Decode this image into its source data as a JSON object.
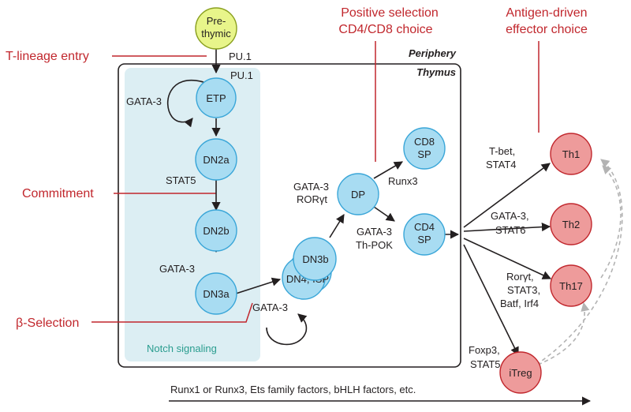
{
  "annotations": {
    "positive_selection": "Positive selection",
    "cd4_cd8_choice": "CD4/CD8 choice",
    "antigen_driven": "Antigen-driven",
    "effector_choice": "effector choice",
    "t_lineage_entry": "T-lineage entry",
    "commitment": "Commitment",
    "beta_selection": "β-Selection"
  },
  "regions": {
    "periphery": "Periphery",
    "thymus": "Thymus",
    "notch": "Notch signaling"
  },
  "nodes": {
    "prethymic_1": "Pre-",
    "prethymic_2": "thymic",
    "etp": "ETP",
    "dn2a": "DN2a",
    "dn2b": "DN2b",
    "dn3a": "DN3a",
    "dn3b": "DN3b",
    "dn4_isp": "DN4, ISP",
    "dp": "DP",
    "cd8": "CD8",
    "cd8_sp": "SP",
    "cd4": "CD4",
    "cd4_sp": "SP",
    "th1": "Th1",
    "th2": "Th2",
    "th17": "Th17",
    "itreg": "iTreg"
  },
  "factors": {
    "pu1_top": "PU.1",
    "pu1_inner": "PU.1",
    "gata3_etp": "GATA-3",
    "stat5_dn2": "STAT5",
    "gata3_dn3": "GATA-3",
    "gata3_beta": "GATA-3",
    "gata3_dp": "GATA-3",
    "ror_dp": "RORγt",
    "runx3": "Runx3",
    "gata3_cd4": "GATA-3",
    "thpok": "Th-POK",
    "tbet": "T-bet,",
    "stat4": "STAT4",
    "gata3_th2": "GATA-3,",
    "stat6": "STAT6",
    "ror_th17": "Rorγt,",
    "stat3": "STAT3,",
    "batf": "Batf, Irf4",
    "foxp3": "Foxp3,",
    "stat5_treg": "STAT5"
  },
  "bottom_note": "Runx1 or Runx3, Ets family factors, bHLH factors, etc.",
  "colors": {
    "precursor_fill": "#e8f58a",
    "thymocyte_fill": "#a8dcf2",
    "thymocyte_stroke": "#3aa6d8",
    "effector_fill": "#ee9b9b",
    "effector_stroke": "#c1272d",
    "notch_bg": "#dceef3",
    "annotation": "#c1272d"
  }
}
